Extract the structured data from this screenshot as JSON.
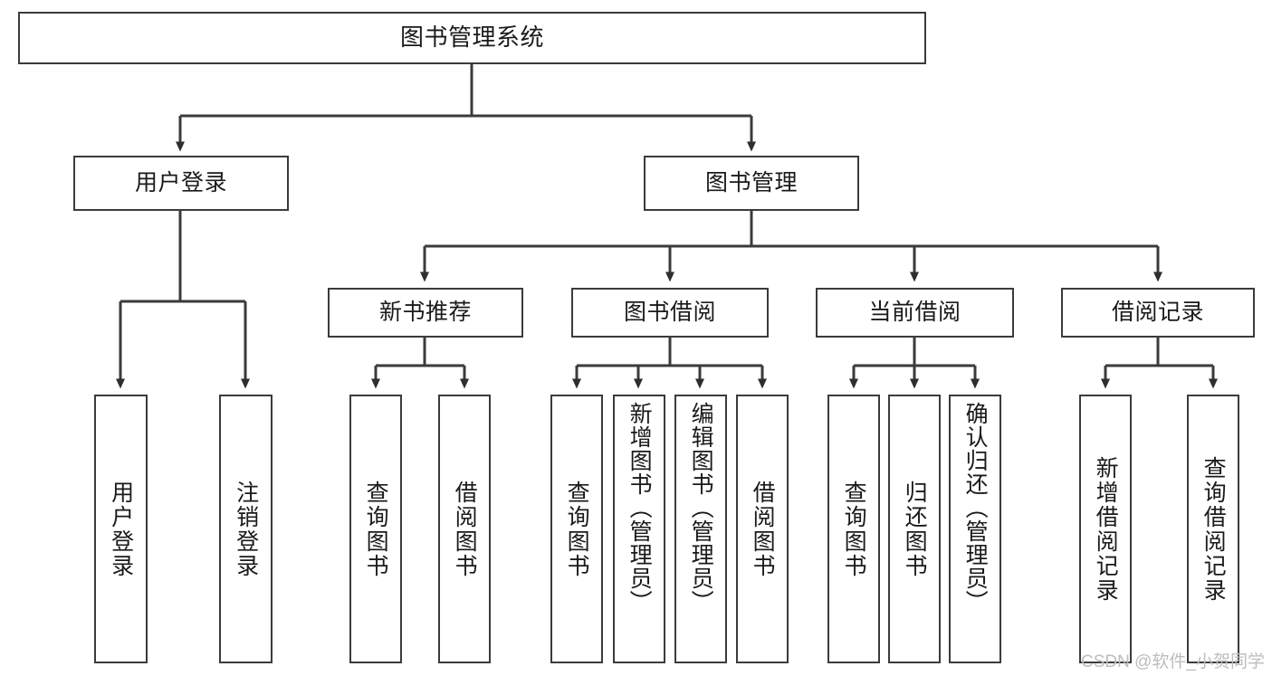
{
  "diagram": {
    "title": "图书管理系统",
    "type": "tree",
    "watermark": "CSDN @软件_小贺同学",
    "line_color": "#3b3b3b",
    "box_fill": "#ffffff",
    "text_color": "#1a1a1a",
    "watermark_color": "#bdbdbd"
  },
  "nodes": {
    "root": {
      "label": "图书管理系统"
    },
    "level2": [
      {
        "label": "用户登录"
      },
      {
        "label": "图书管理"
      }
    ],
    "level3": [
      {
        "label": "新书推荐"
      },
      {
        "label": "图书借阅"
      },
      {
        "label": "当前借阅"
      },
      {
        "label": "借阅记录"
      }
    ],
    "leaves": {
      "user_login": [
        {
          "label": "用户登录"
        },
        {
          "label": "注销登录"
        }
      ],
      "new_book_recommend": [
        {
          "label": "查询图书"
        },
        {
          "label": "借阅图书"
        }
      ],
      "book_borrow": [
        {
          "label": "查询图书"
        },
        {
          "label": "新增图书（管理员）"
        },
        {
          "label": "编辑图书（管理员）"
        },
        {
          "label": "借阅图书"
        }
      ],
      "current_borrow": [
        {
          "label": "查询图书"
        },
        {
          "label": "归还图书"
        },
        {
          "label": "确认归还（管理员）"
        }
      ],
      "borrow_record": [
        {
          "label": "新增借阅记录"
        },
        {
          "label": "查询借阅记录"
        }
      ]
    }
  }
}
